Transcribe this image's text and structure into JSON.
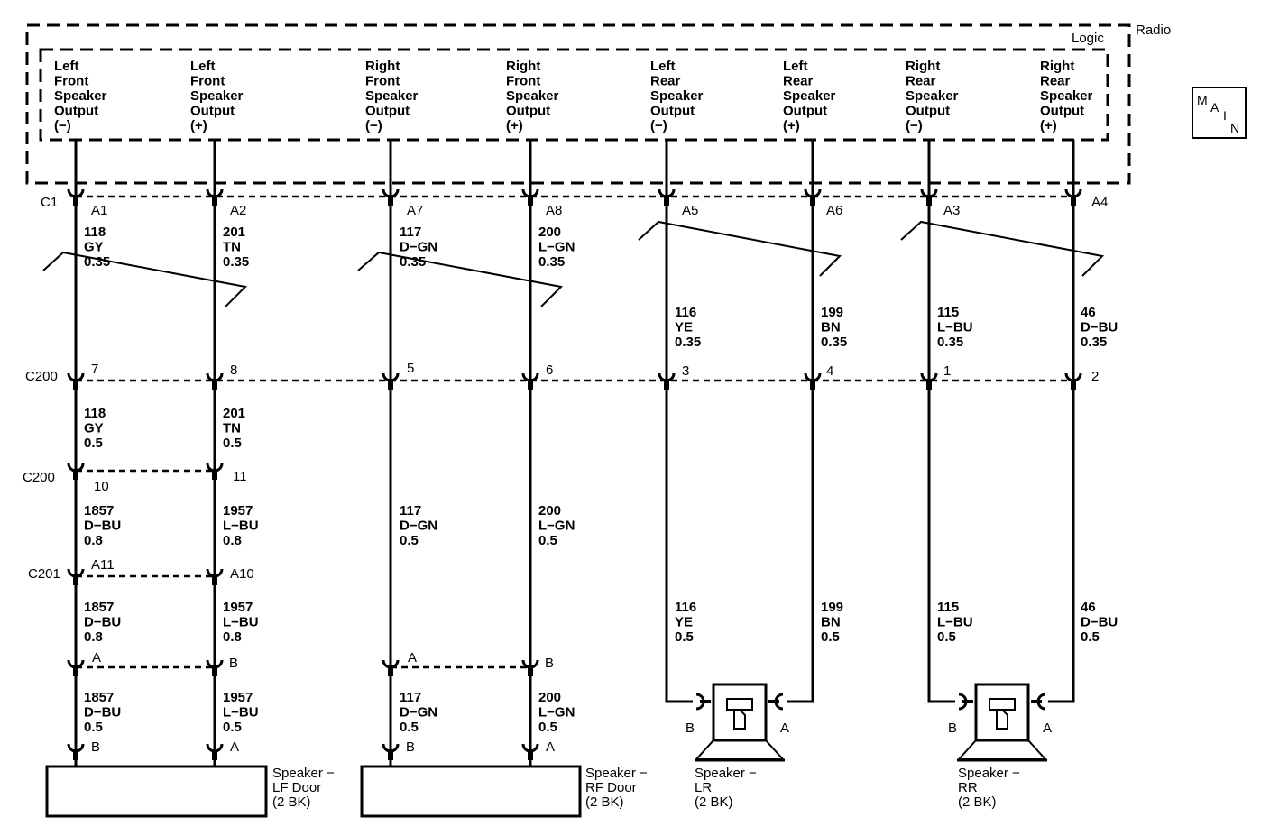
{
  "radio": {
    "name": "Radio",
    "logic": "Logic",
    "outputs": [
      {
        "lines": [
          "Left",
          "Front",
          "Speaker",
          "Output",
          "(−)"
        ]
      },
      {
        "lines": [
          "Left",
          "Front",
          "Speaker",
          "Output",
          "(+)"
        ]
      },
      {
        "lines": [
          "Right",
          "Front",
          "Speaker",
          "Output",
          "(−)"
        ]
      },
      {
        "lines": [
          "Right",
          "Front",
          "Speaker",
          "Output",
          "(+)"
        ]
      },
      {
        "lines": [
          "Left",
          "Rear",
          "Speaker",
          "Output",
          "(−)"
        ]
      },
      {
        "lines": [
          "Left",
          "Rear",
          "Speaker",
          "Output",
          "(+)"
        ]
      },
      {
        "lines": [
          "Right",
          "Rear",
          "Speaker",
          "Output",
          "(−)"
        ]
      },
      {
        "lines": [
          "Right",
          "Rear",
          "Speaker",
          "Output",
          "(+)"
        ]
      }
    ]
  },
  "main_box": {
    "letters": [
      "M",
      "A",
      "I",
      "N"
    ]
  },
  "connectors": {
    "c1": {
      "name": "C1",
      "pins": [
        "A1",
        "A2",
        "A7",
        "A8",
        "A5",
        "A6",
        "A3",
        "A4"
      ]
    },
    "c200_top": {
      "name": "C200",
      "pins": [
        "7",
        "8",
        "5",
        "6",
        "3",
        "4",
        "1",
        "2"
      ]
    },
    "c200_mid": {
      "name": "C200",
      "pins": [
        "10",
        "11"
      ]
    },
    "c201": {
      "name": "C201",
      "pins": [
        "A11",
        "A10"
      ]
    },
    "lf_inline": {
      "pins": [
        "A",
        "B"
      ]
    },
    "rf_inline": {
      "pins": [
        "A",
        "B"
      ]
    },
    "lf_door": {
      "pins": [
        "B",
        "A"
      ]
    },
    "rf_door": {
      "pins": [
        "B",
        "A"
      ]
    },
    "lr_speaker": {
      "pins": [
        "B",
        "A"
      ]
    },
    "rr_speaker": {
      "pins": [
        "B",
        "A"
      ]
    }
  },
  "wires": {
    "front_upper": [
      {
        "circuit": "118",
        "color": "GY",
        "size": "0.35"
      },
      {
        "circuit": "201",
        "color": "TN",
        "size": "0.35"
      },
      {
        "circuit": "117",
        "color": "D−GN",
        "size": "0.35"
      },
      {
        "circuit": "200",
        "color": "L−GN",
        "size": "0.35"
      }
    ],
    "rear_upper": [
      {
        "circuit": "116",
        "color": "YE",
        "size": "0.35"
      },
      {
        "circuit": "199",
        "color": "BN",
        "size": "0.35"
      },
      {
        "circuit": "115",
        "color": "L−BU",
        "size": "0.35"
      },
      {
        "circuit": "46",
        "color": "D−BU",
        "size": "0.35"
      }
    ],
    "lf_mid": [
      {
        "circuit": "118",
        "color": "GY",
        "size": "0.5"
      },
      {
        "circuit": "201",
        "color": "TN",
        "size": "0.5"
      }
    ],
    "lf_lower1": [
      {
        "circuit": "1857",
        "color": "D−BU",
        "size": "0.8"
      },
      {
        "circuit": "1957",
        "color": "L−BU",
        "size": "0.8"
      }
    ],
    "lf_lower2": [
      {
        "circuit": "1857",
        "color": "D−BU",
        "size": "0.8"
      },
      {
        "circuit": "1957",
        "color": "L−BU",
        "size": "0.8"
      }
    ],
    "lf_lower3": [
      {
        "circuit": "1857",
        "color": "D−BU",
        "size": "0.5"
      },
      {
        "circuit": "1957",
        "color": "L−BU",
        "size": "0.5"
      }
    ],
    "rf_lower1": [
      {
        "circuit": "117",
        "color": "D−GN",
        "size": "0.5"
      },
      {
        "circuit": "200",
        "color": "L−GN",
        "size": "0.5"
      }
    ],
    "rf_lower2": [
      {
        "circuit": "117",
        "color": "D−GN",
        "size": "0.5"
      },
      {
        "circuit": "200",
        "color": "L−GN",
        "size": "0.5"
      }
    ],
    "rear_lower": [
      {
        "circuit": "116",
        "color": "YE",
        "size": "0.5"
      },
      {
        "circuit": "199",
        "color": "BN",
        "size": "0.5"
      },
      {
        "circuit": "115",
        "color": "L−BU",
        "size": "0.5"
      },
      {
        "circuit": "46",
        "color": "D−BU",
        "size": "0.5"
      }
    ]
  },
  "speakers": {
    "lf_door": {
      "lines": [
        "Speaker −",
        "LF Door",
        "(2 BK)"
      ]
    },
    "rf_door": {
      "lines": [
        "Speaker −",
        "RF Door",
        "(2 BK)"
      ]
    },
    "lr": {
      "lines": [
        "Speaker −",
        "LR",
        "(2 BK)"
      ]
    },
    "rr": {
      "lines": [
        "Speaker −",
        "RR",
        "(2 BK)"
      ]
    }
  }
}
